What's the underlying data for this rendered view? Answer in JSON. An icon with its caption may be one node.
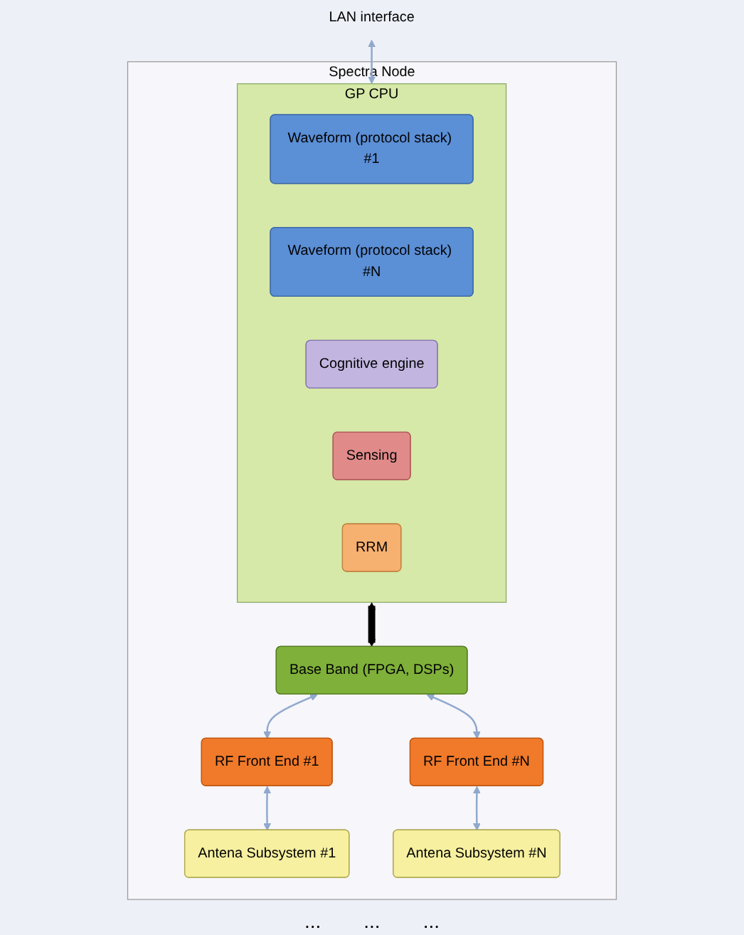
{
  "diagram": {
    "nodes": [
      {
        "text": [
          "LAN interface"
        ]
      },
      {
        "text": [
          "Spectra Node"
        ]
      },
      {
        "text": [
          "GP CPU"
        ],
        "in": 1
      },
      {
        "text": [
          "Waveform (protocol stack) #1"
        ],
        "in": 2
      },
      {
        "text": [
          "Waveform (protocol stack) #N"
        ],
        "in": 2
      },
      {
        "text": [
          "Cognitive engine"
        ],
        "in": 2
      },
      {
        "text": [
          "Sensing"
        ],
        "in": 2
      },
      {
        "text": [
          "RRM"
        ],
        "in": 2
      },
      {
        "text": [
          "Base Band (FPGA, DSPs)"
        ],
        "in": 1
      },
      {
        "text": [
          "RF Front End #1"
        ],
        "in": 1
      },
      {
        "text": [
          "RF Front End #N"
        ],
        "in": 1
      },
      {
        "text": [
          "Antena Subsystem #1"
        ],
        "in": 1
      },
      {
        "text": [
          "Antena Subsystem #N"
        ],
        "in": 1
      }
    ],
    "edges": [
      {
        "from": 0,
        "to": 2,
        "arrow": "both"
      },
      {
        "from": 2,
        "to": 8,
        "arrow": "both",
        "style": "thick",
        "color": "#000000"
      },
      {
        "from": 8,
        "to": 9,
        "arrow": "both"
      },
      {
        "from": 8,
        "to": 10,
        "arrow": "both"
      },
      {
        "from": 9,
        "to": 11,
        "arrow": "both"
      },
      {
        "from": 10,
        "to": 12,
        "arrow": "both"
      }
    ],
    "labels": [
      "...",
      "...",
      "..."
    ]
  }
}
